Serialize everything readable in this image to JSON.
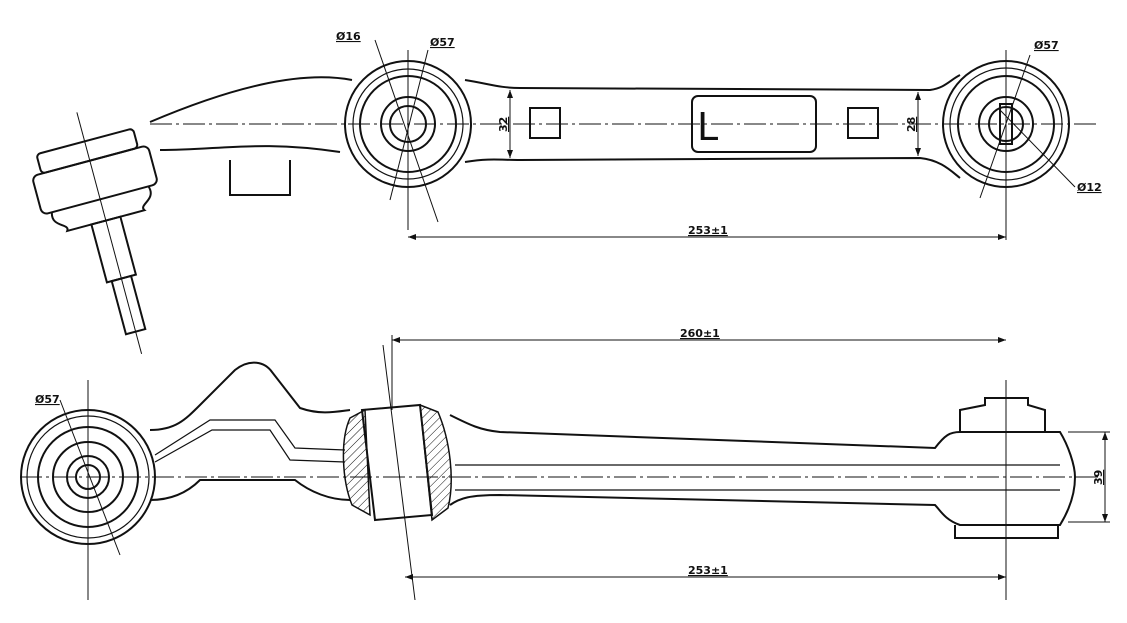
{
  "top_view": {
    "left_bushing_inner_dia": "Ø16",
    "left_bushing_outer_dia": "Ø57",
    "right_bushing_outer_dia": "Ø57",
    "right_bushing_inner_dia": "Ø12",
    "arm_height_left": "32",
    "arm_height_right": "28",
    "side_marking": "L",
    "center_distance": "253±1"
  },
  "bottom_view": {
    "overall_length": "260±1",
    "left_bushing_outer_dia": "Ø57",
    "end_height": "39",
    "center_distance": "253±1"
  }
}
